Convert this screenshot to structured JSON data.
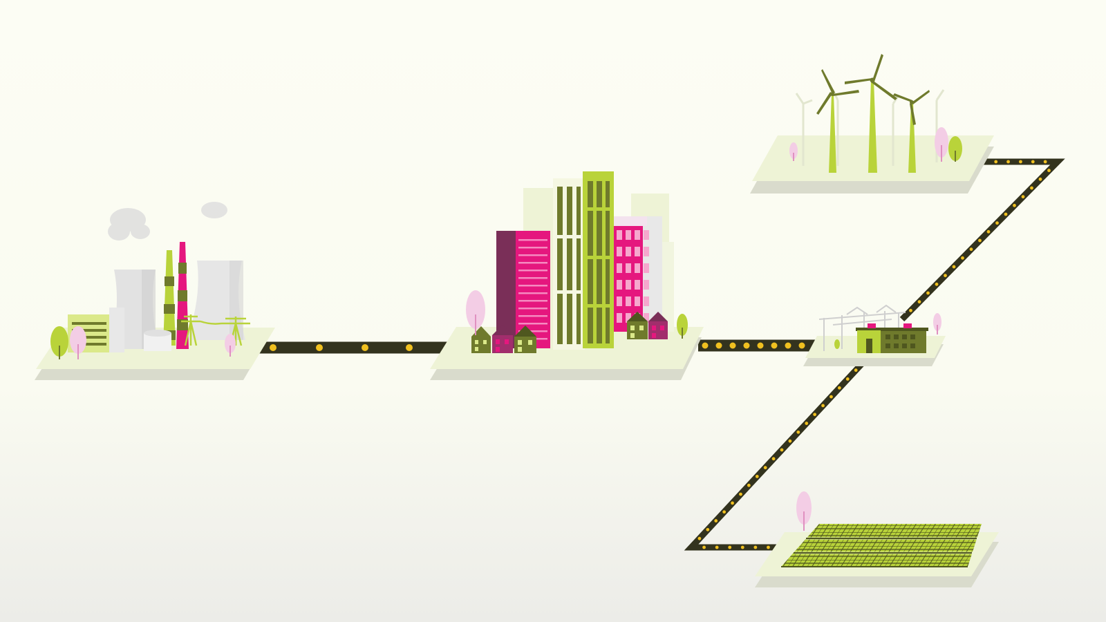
{
  "scene": {
    "nodes": [
      {
        "id": "power-plant",
        "icon": "power-plant-icon"
      },
      {
        "id": "city",
        "icon": "city-buildings-icon"
      },
      {
        "id": "substation",
        "icon": "substation-icon"
      },
      {
        "id": "wind-farm",
        "icon": "wind-turbine-icon"
      },
      {
        "id": "solar-farm",
        "icon": "solar-panel-icon"
      }
    ],
    "connections": [
      {
        "from": "power-plant",
        "to": "city"
      },
      {
        "from": "city",
        "to": "substation"
      },
      {
        "from": "substation",
        "to": "wind-farm"
      },
      {
        "from": "substation",
        "to": "solar-farm"
      }
    ]
  },
  "colors": {
    "background_top": "#fcfdf4",
    "background_bottom": "#eeeeea",
    "platform": "#eef3d6",
    "platform_shadow": "#d9dbcc",
    "lime": "#b9d33a",
    "lime_light": "#dbe98a",
    "olive": "#6f7a2c",
    "olive_dark": "#4f571f",
    "magenta": "#e5177e",
    "magenta_dark": "#a12e6c",
    "plum": "#7a2f58",
    "grey_light": "#e2e2e2",
    "grey": "#cfcfcf",
    "line": "#33331e",
    "dot": "#f0c020",
    "blossom": "#f3cde5"
  }
}
